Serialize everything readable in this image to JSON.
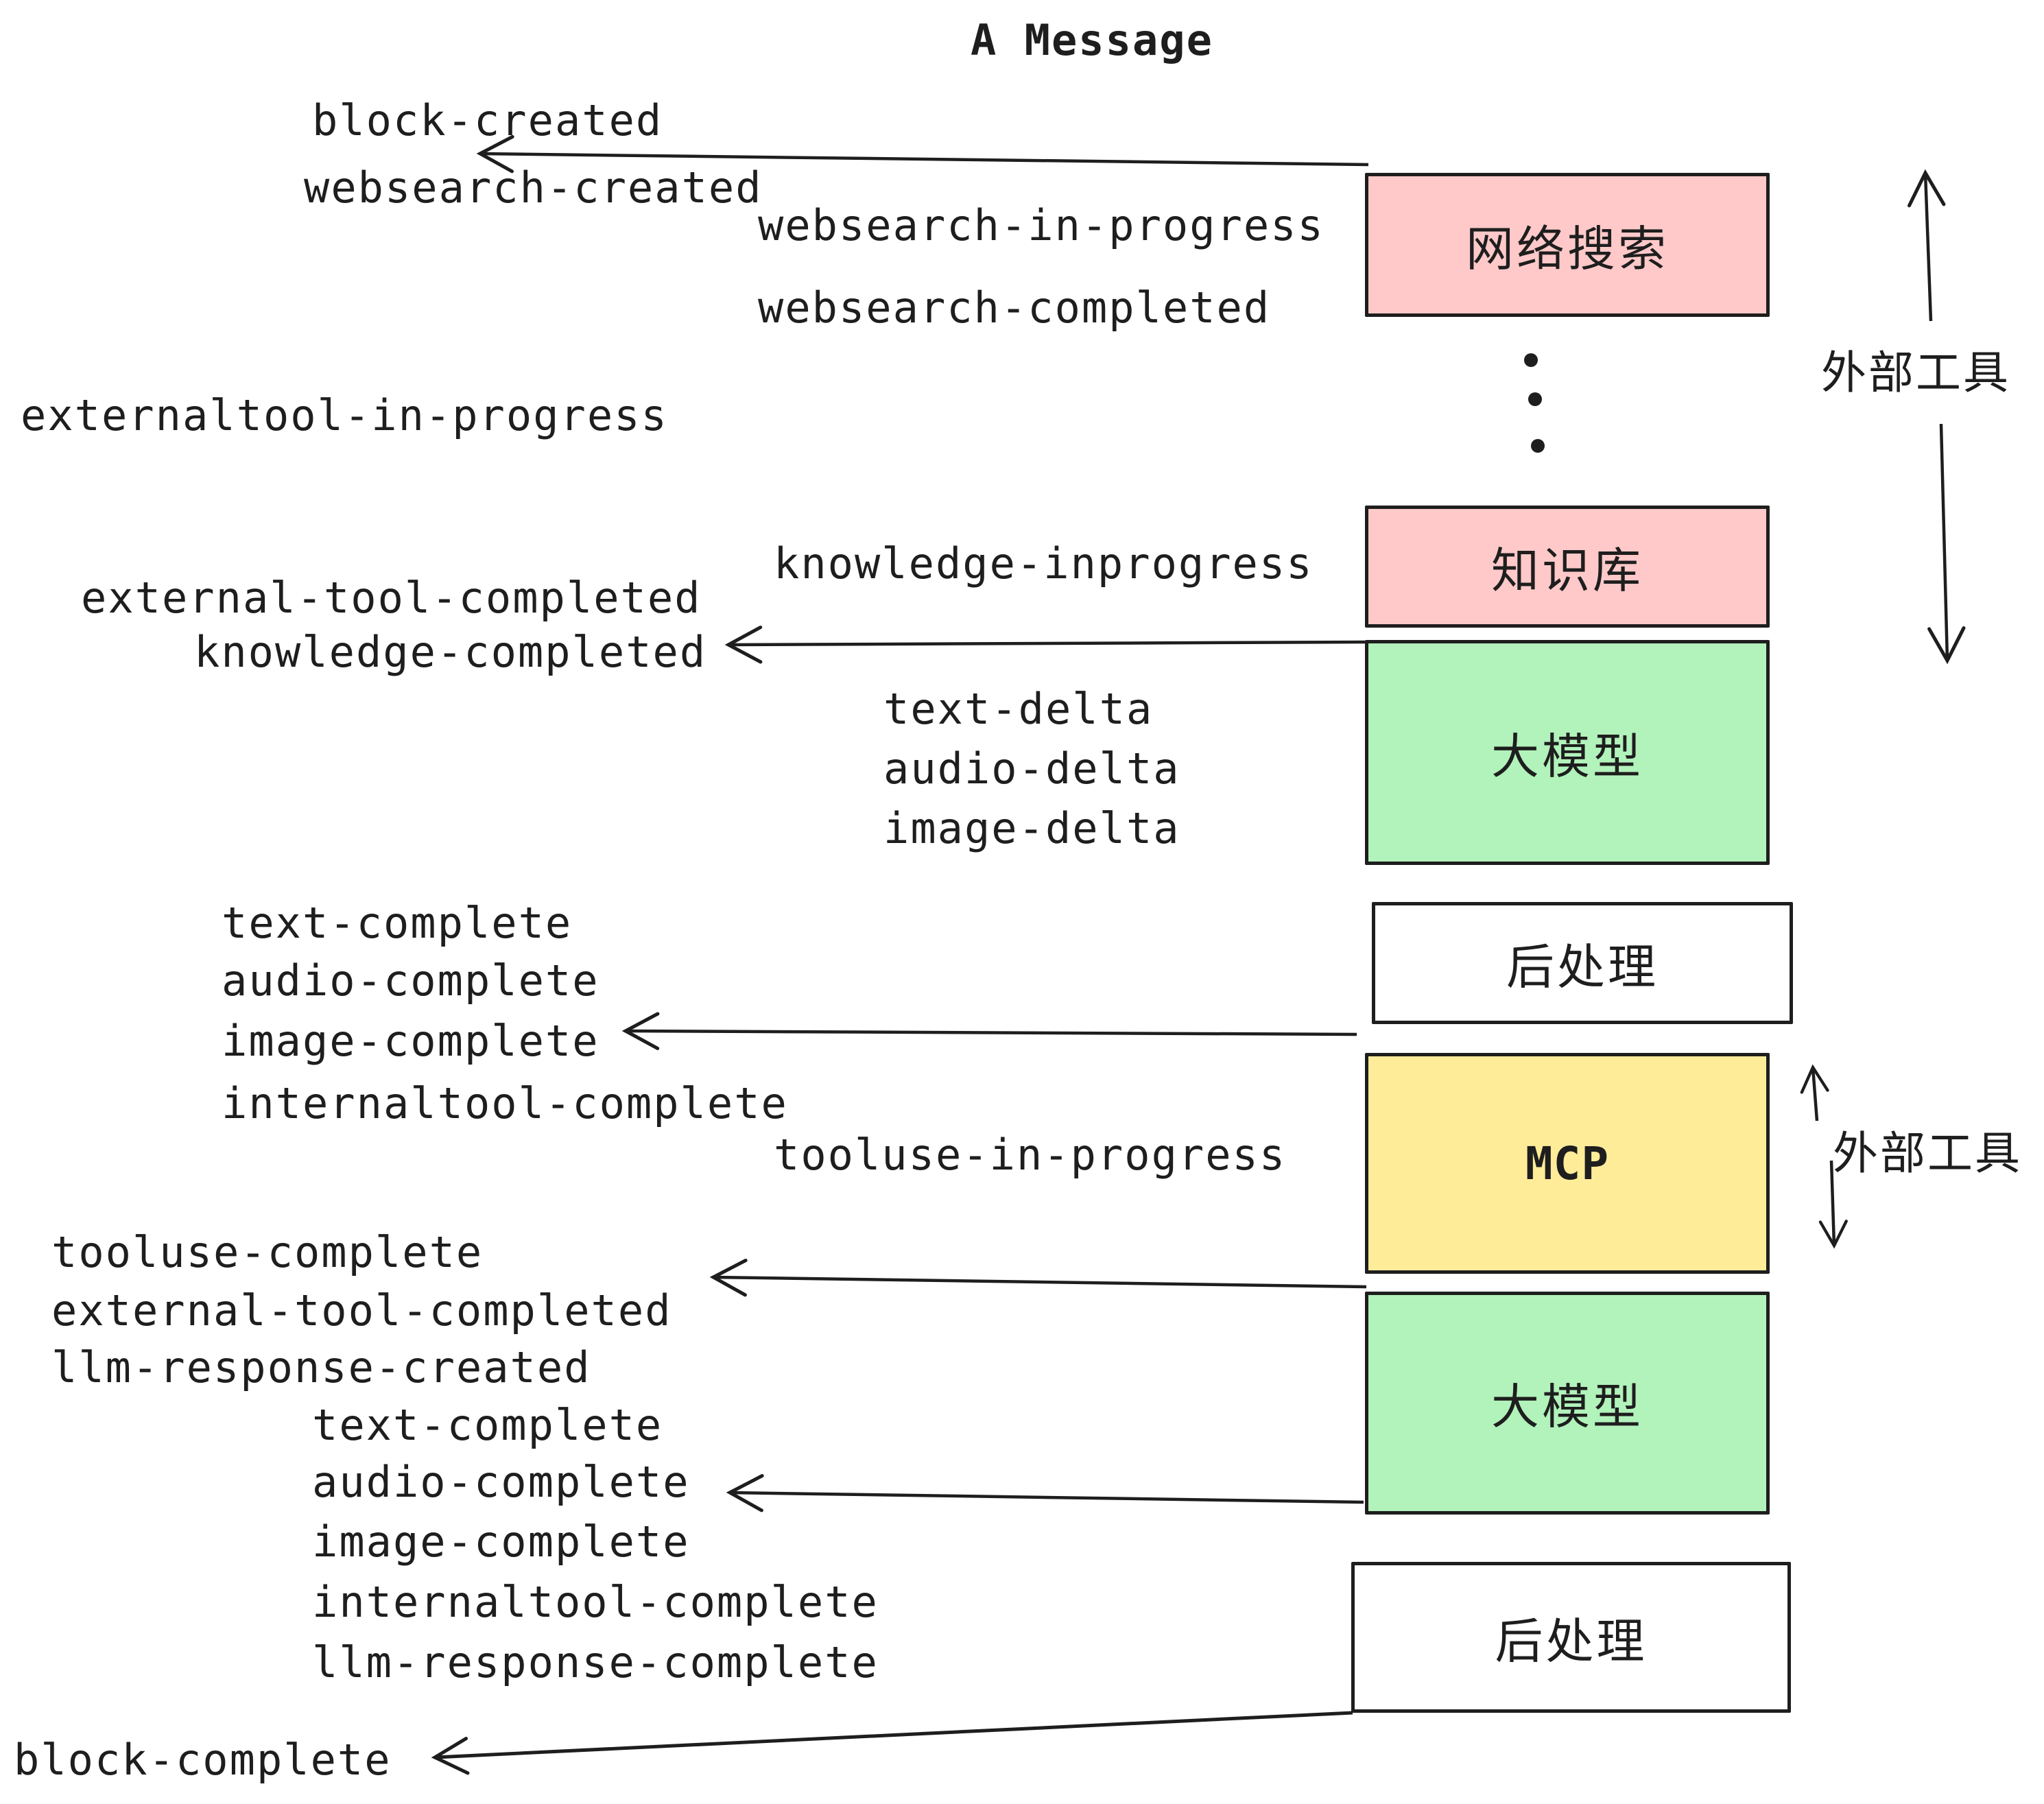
{
  "title": "A Message",
  "colors": {
    "stroke": "#1e1e1e",
    "pink": "#ffc9c9",
    "green": "#b2f2bb",
    "yellow": "#ffec99",
    "white": "#ffffff"
  },
  "nodes": [
    {
      "id": "websearch",
      "label": "网络搜索",
      "color": "pink"
    },
    {
      "id": "knowledge",
      "label": "知识库",
      "color": "pink"
    },
    {
      "id": "llm-1",
      "label": "大模型",
      "color": "green"
    },
    {
      "id": "postprocess-1",
      "label": "后处理",
      "color": "white"
    },
    {
      "id": "mcp",
      "label": "MCP",
      "color": "yellow"
    },
    {
      "id": "llm-2",
      "label": "大模型",
      "color": "green"
    },
    {
      "id": "postprocess-2",
      "label": "后处理",
      "color": "white"
    }
  ],
  "side_annotations": [
    {
      "label": "外部工具"
    },
    {
      "label": "外部工具"
    }
  ],
  "events": [
    {
      "label": "block-created"
    },
    {
      "label": "websearch-created"
    },
    {
      "label": "websearch-in-progress"
    },
    {
      "label": "websearch-completed"
    },
    {
      "label": "externaltool-in-progress"
    },
    {
      "label": "knowledge-inprogress"
    },
    {
      "label": "external-tool-completed"
    },
    {
      "label": "knowledge-completed"
    },
    {
      "label": "text-delta"
    },
    {
      "label": "audio-delta"
    },
    {
      "label": "image-delta"
    },
    {
      "label": "text-complete"
    },
    {
      "label": "audio-complete"
    },
    {
      "label": "image-complete"
    },
    {
      "label": "internaltool-complete"
    },
    {
      "label": "tooluse-in-progress"
    },
    {
      "label": "tooluse-complete"
    },
    {
      "label": "external-tool-completed"
    },
    {
      "label": "llm-response-created"
    },
    {
      "label": "text-complete"
    },
    {
      "label": "audio-complete"
    },
    {
      "label": "image-complete"
    },
    {
      "label": "internaltool-complete"
    },
    {
      "label": "llm-response-complete"
    },
    {
      "label": "block-complete"
    }
  ]
}
